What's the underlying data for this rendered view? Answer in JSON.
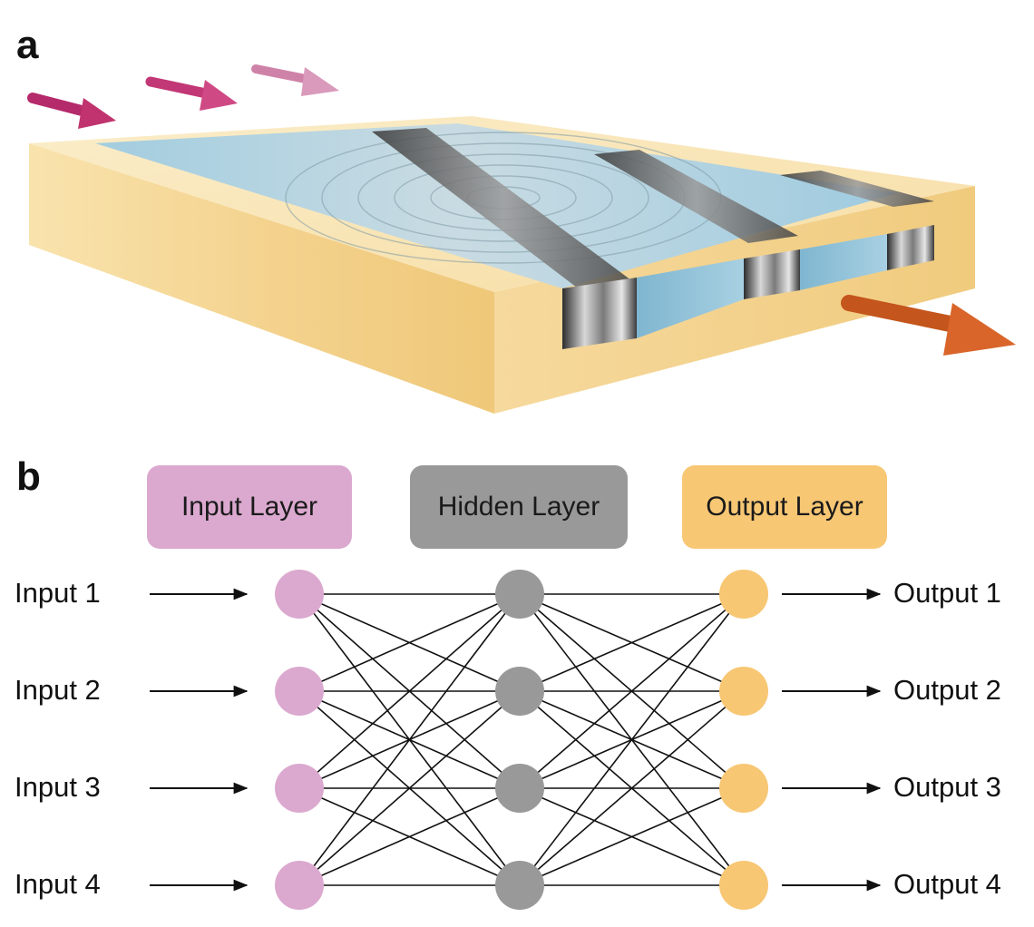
{
  "panels": {
    "a": {
      "label": "a"
    },
    "b": {
      "label": "b"
    }
  },
  "colors": {
    "input": "#dba9cf",
    "hidden": "#999999",
    "output": "#f7c774",
    "substrate_top": "#f8e4b4",
    "substrate_side": "#f2cf88",
    "water": "#a9cfdf",
    "incoming_arrow": "#c0336e",
    "outgoing_arrow": "#d9652a"
  },
  "network": {
    "layers": [
      {
        "id": "input",
        "label": "Input Layer",
        "nodes": 4
      },
      {
        "id": "hidden",
        "label": "Hidden Layer",
        "nodes": 4
      },
      {
        "id": "output",
        "label": "Output Layer",
        "nodes": 4
      }
    ],
    "inputs": [
      "Input 1",
      "Input 2",
      "Input 3",
      "Input 4"
    ],
    "outputs": [
      "Output 1",
      "Output 2",
      "Output 3",
      "Output 4"
    ]
  }
}
